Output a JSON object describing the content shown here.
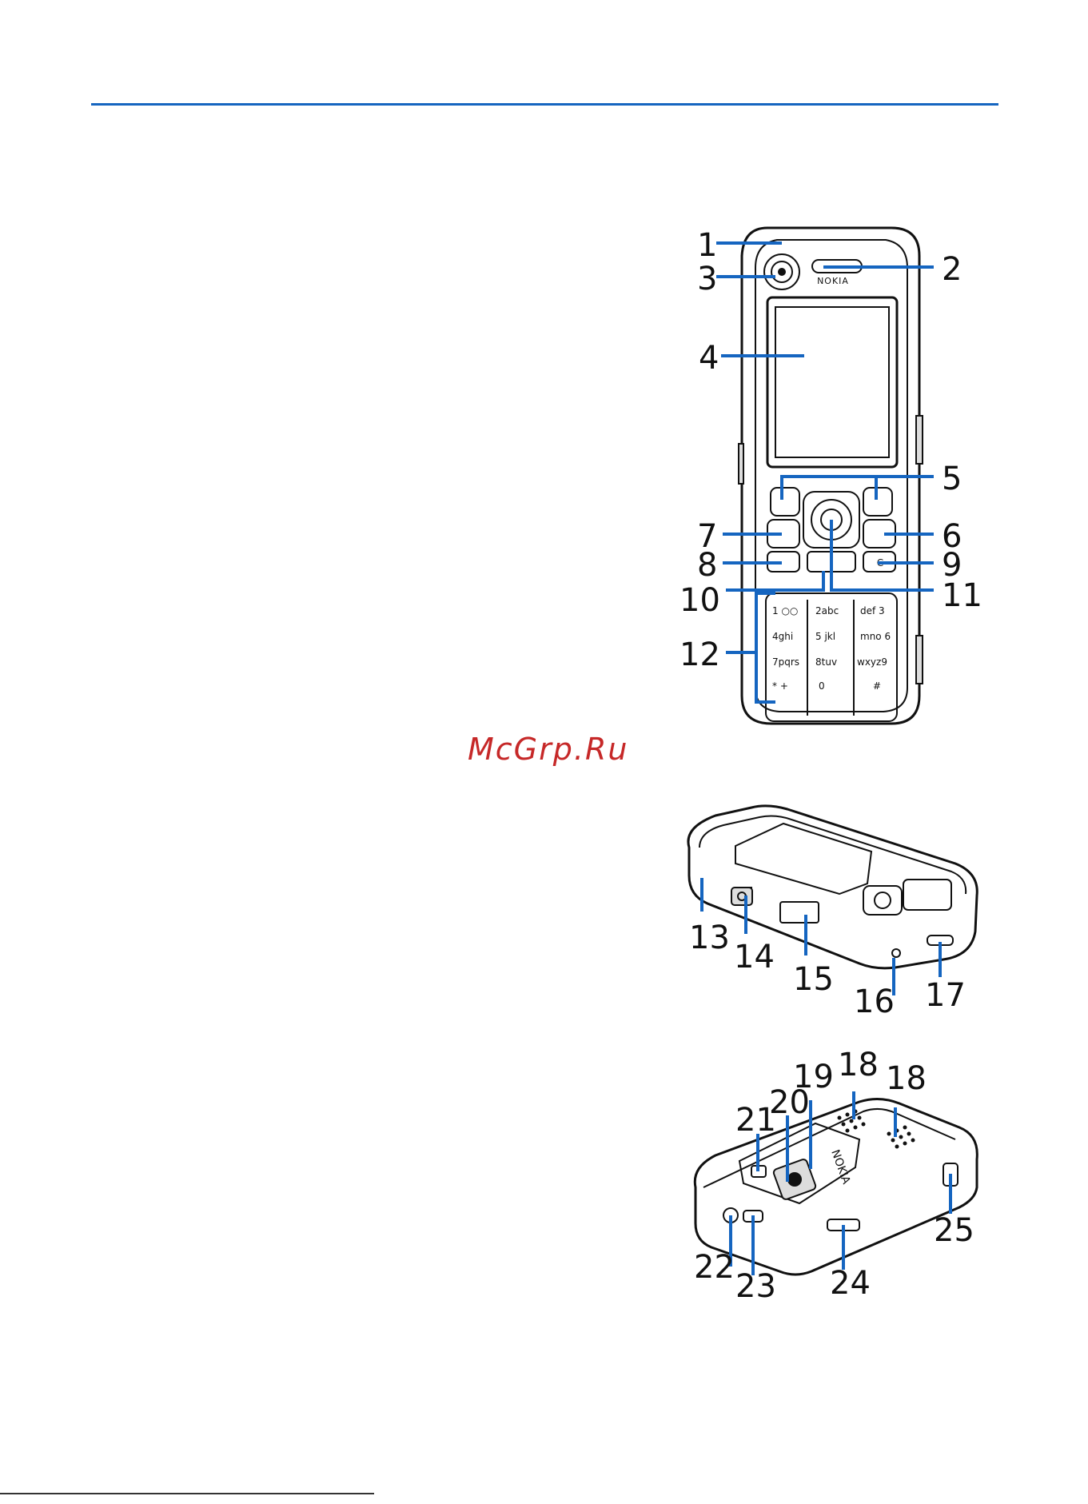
{
  "watermark": "McGrp.Ru",
  "front_view": {
    "brand": "NOKIA",
    "keys": [
      {
        "label": "1 ○○"
      },
      {
        "label": "2abc"
      },
      {
        "label": "def 3"
      },
      {
        "label": "4ghi"
      },
      {
        "label": "5 jkl"
      },
      {
        "label": "mno 6"
      },
      {
        "label": "7pqrs"
      },
      {
        "label": "8tuv"
      },
      {
        "label": "wxyz9"
      },
      {
        "label": "* +"
      },
      {
        "label": "0"
      },
      {
        "label": "#"
      }
    ],
    "clear_key": "C",
    "callouts": [
      "1",
      "2",
      "3",
      "4",
      "5",
      "6",
      "7",
      "8",
      "9",
      "10",
      "11",
      "12"
    ]
  },
  "side_view": {
    "callouts": [
      "13",
      "14",
      "15",
      "16",
      "17"
    ]
  },
  "back_view": {
    "brand": "NOKIA",
    "callouts": [
      "18",
      "18",
      "19",
      "20",
      "21",
      "22",
      "23",
      "24",
      "25"
    ]
  }
}
